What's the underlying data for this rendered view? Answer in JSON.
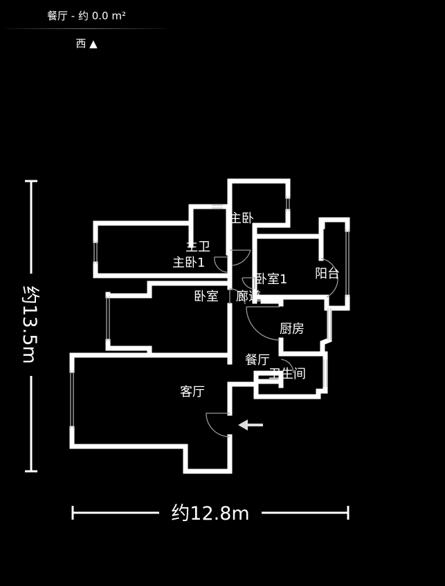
{
  "header": {
    "title": "餐厅 - 约 0.0 m²",
    "compass": "西 ▲"
  },
  "rooms": {
    "master_bedroom": "主卧",
    "master_bath": "主卫",
    "master_bedroom_1": "主卧1",
    "bedroom": "卧室",
    "bedroom_1": "卧室1",
    "balcony": "阳台",
    "corridor": "廊道",
    "kitchen": "厨房",
    "dining": "餐厅",
    "bathroom": "卫生间",
    "living_room": "客厅"
  },
  "dimensions": {
    "height": "约13.5m",
    "width": "约12.8m"
  },
  "colors": {
    "background": "#000000",
    "wall": "#ffffff",
    "window": "#bbbbbb",
    "door_arc": "#999999"
  }
}
